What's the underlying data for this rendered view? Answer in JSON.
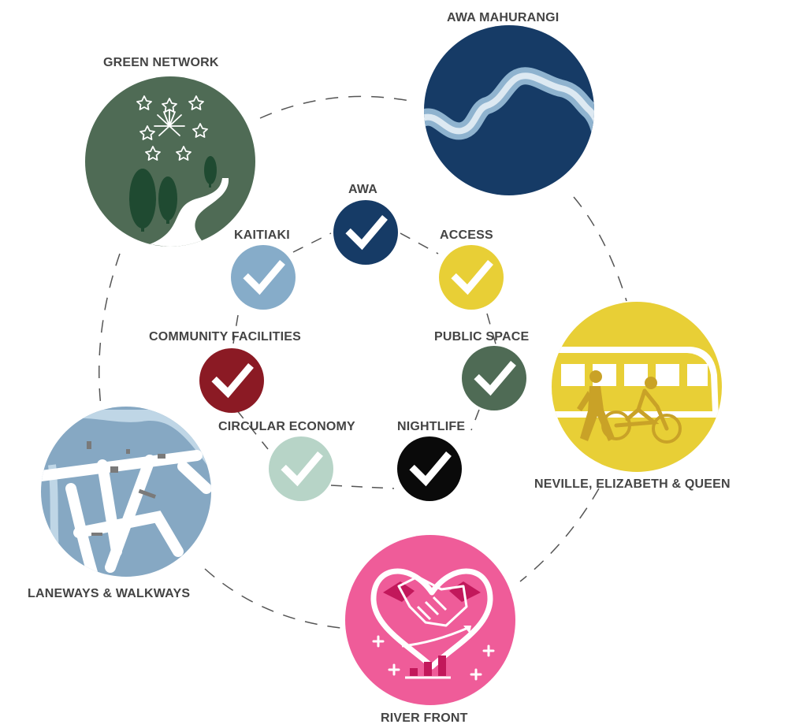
{
  "big_nodes": [
    {
      "key": "green_network",
      "label": "GREEN NETWORK",
      "color": "#4f6b55",
      "icon": "park-fireworks-icon"
    },
    {
      "key": "awa_mahurangi",
      "label": "AWA MAHURANGI",
      "color": "#163b66",
      "icon": "river-icon"
    },
    {
      "key": "neville_elizabeth_queen",
      "label": "NEVILLE, ELIZABETH & QUEEN",
      "color": "#e8cf36",
      "icon": "bus-pedestrian-cyclist-icon"
    },
    {
      "key": "laneways_walkways",
      "label": "LANEWAYS & WALKWAYS",
      "color": "#86a8c3",
      "icon": "street-map-icon"
    },
    {
      "key": "river_front",
      "label": "RIVER FRONT",
      "color": "#ef5c99",
      "icon": "heart-handshake-growth-icon"
    }
  ],
  "small_nodes": [
    {
      "key": "awa",
      "label": "AWA",
      "color": "#163b66",
      "icon": "checkmark-icon"
    },
    {
      "key": "kaitiaki",
      "label": "KAITIAKI",
      "color": "#86acc9",
      "icon": "checkmark-icon"
    },
    {
      "key": "access",
      "label": "ACCESS",
      "color": "#e8cf36",
      "icon": "checkmark-icon"
    },
    {
      "key": "community_facilities",
      "label": "COMMUNITY FACILITIES",
      "color": "#8b1a24",
      "icon": "checkmark-icon"
    },
    {
      "key": "public_space",
      "label": "PUBLIC SPACE",
      "color": "#4f6b55",
      "icon": "checkmark-icon"
    },
    {
      "key": "circular_economy",
      "label": "CIRCULAR ECONOMY",
      "color": "#b7d4c7",
      "icon": "checkmark-icon"
    },
    {
      "key": "nightlife",
      "label": "NIGHTLIFE",
      "color": "#0a0a0a",
      "icon": "checkmark-icon"
    }
  ]
}
